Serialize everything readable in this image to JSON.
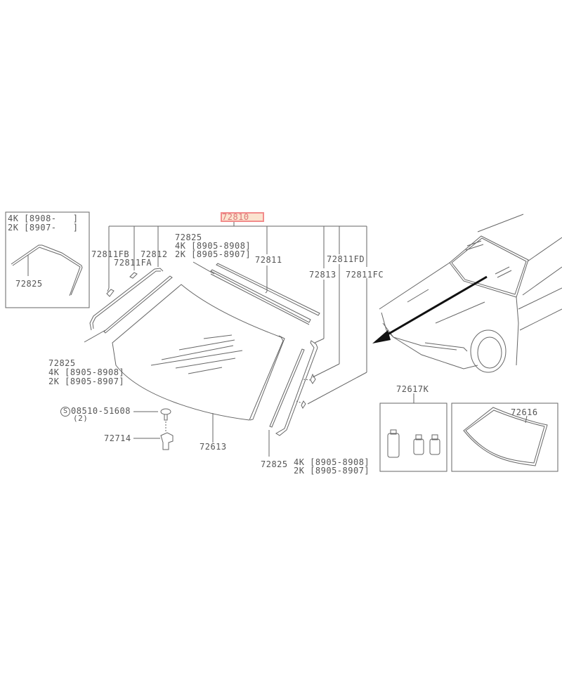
{
  "diagram": {
    "title": "Windshield glass & moldings parts diagram",
    "highlight_color": "#f28c8c",
    "line_color": "#666666",
    "main_ref": "72810",
    "inset_top_left": {
      "line1": "4K [8908-   ]",
      "line2": "2K [8907-   ]",
      "part": "72825"
    },
    "labels": {
      "p72811FB": "72811FB",
      "p72811FA": "72811FA",
      "p72812": "72812",
      "p72825_top": "72825",
      "p72825_top_4k": "4K [8905-8908]",
      "p72825_top_2k": "2K [8905-8907]",
      "p72811": "72811",
      "p72811FD": "72811FD",
      "p72813": "72813",
      "p72811FC": "72811FC",
      "p72825_left": "72825",
      "p72825_left_4k": "4K [8905-8908]",
      "p72825_left_2k": "2K [8905-8907]",
      "screw_symbol": "S",
      "screw_part": "08510-51608",
      "screw_qty": "(2)",
      "p72714": "72714",
      "p72613": "72613",
      "p72825_right": "72825",
      "p72825_right_4k": "4K [8905-8908]",
      "p72825_right_2k": "2K [8905-8907]",
      "p72617K": "72617K",
      "p72616": "72616"
    }
  }
}
